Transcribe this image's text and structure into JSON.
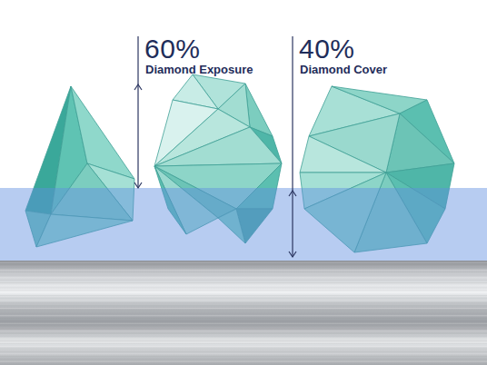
{
  "diagram": {
    "labels": [
      "60%",
      "Diamond Exposure",
      "40%",
      "Diamond Cover"
    ]
  }
}
